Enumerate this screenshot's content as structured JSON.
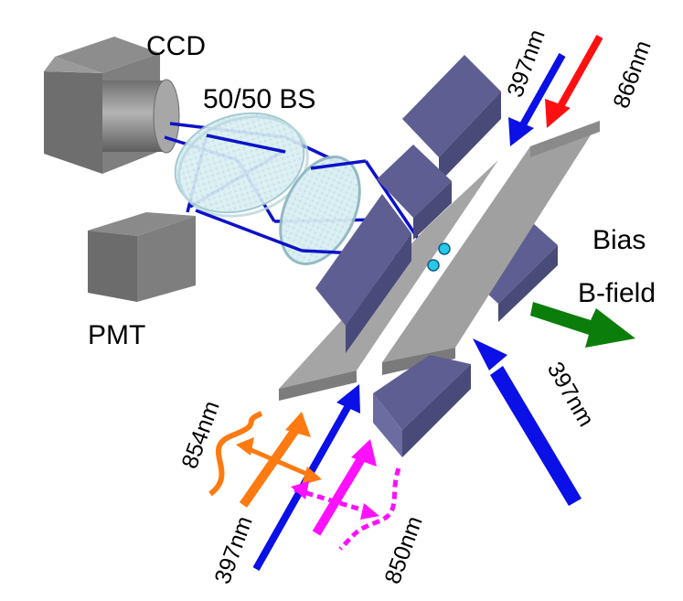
{
  "labels": {
    "ccd": "CCD",
    "beamsplitter": "50/50 BS",
    "pmt": "PMT",
    "bias_line1": "Bias",
    "bias_line2": "B-field",
    "w397_top": "397nm",
    "w866": "866nm",
    "w397_right": "397nm",
    "w854": "854nm",
    "w397_bottom": "397nm",
    "w850": "850nm"
  },
  "colors": {
    "laser_397": "#0a10e6",
    "laser_866": "#ff1010",
    "laser_854": "#ff7a10",
    "laser_850": "#ff10ff",
    "bfield": "#0b7d0b",
    "electrode": "#5f5f93",
    "rail": "#9b9b9b",
    "camera": "#7a7a7a",
    "lens": "#cfeaf0",
    "ion": "#27c8e8"
  },
  "icons": [
    "ccd-camera-icon",
    "pmt-detector-icon",
    "beamsplitter-icon",
    "lens-icon",
    "ion-icon",
    "arrow-icon"
  ]
}
